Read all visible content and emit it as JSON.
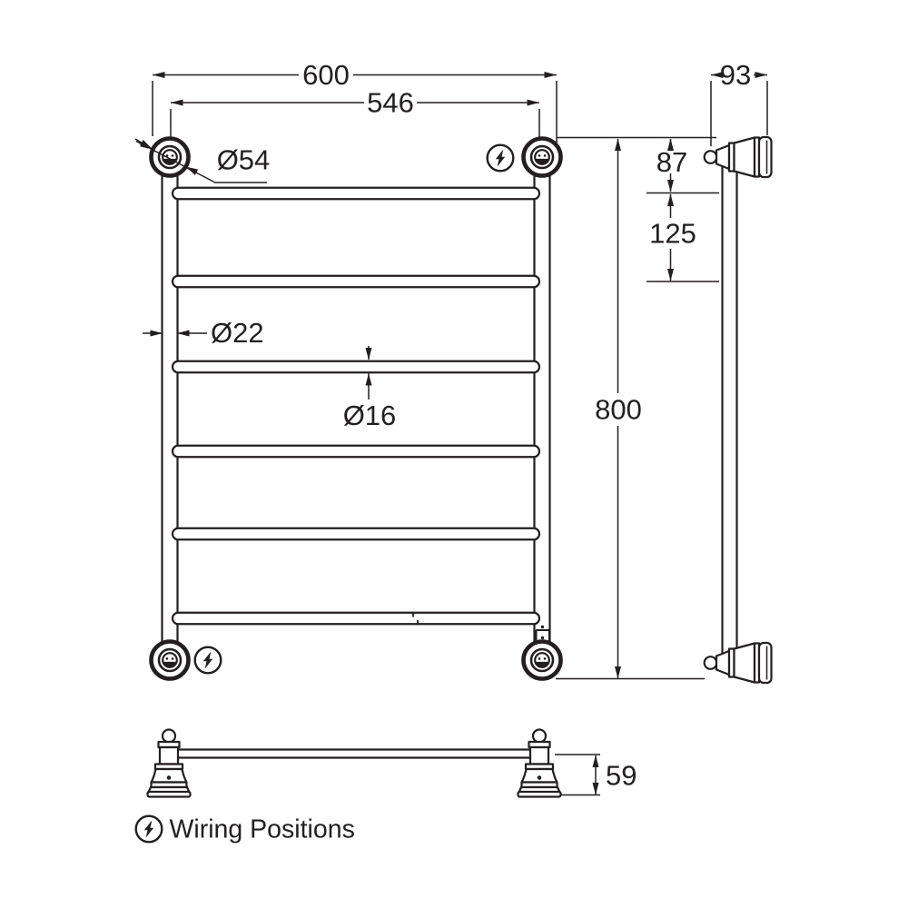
{
  "colors": {
    "ink": "#231f20",
    "background": "#ffffff"
  },
  "front_view": {
    "overall_width": "600",
    "mount_centres_width": "546",
    "mount_cover_diameter": "Ø54",
    "vertical_rail_diameter": "Ø22",
    "horizontal_rail_diameter": "Ø16",
    "overall_height": "800"
  },
  "side_view": {
    "overall_depth": "93",
    "top_to_first_rail": "87",
    "first_to_second_rail": "125"
  },
  "top_view": {
    "bracket_projection": "59"
  },
  "legend": {
    "wiring_positions_label": "Wiring Positions",
    "wiring_icon": "lightning-bolt-in-circle"
  }
}
